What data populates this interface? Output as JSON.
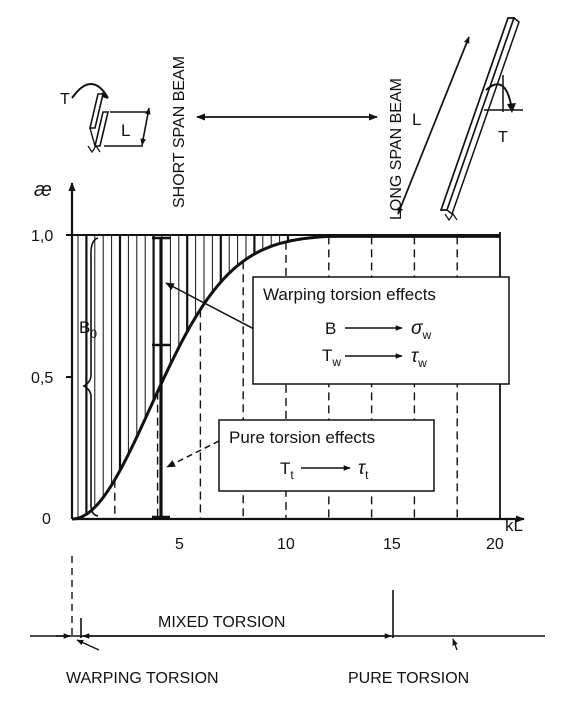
{
  "labels": {
    "short_span": "SHORT SPAN BEAM",
    "long_span": "LONG SPAN BEAM",
    "torque_T": "T",
    "length_L": "L",
    "y_symbol": "æ",
    "x_symbol": "kL",
    "b0_main": "B",
    "b0_sub": "0"
  },
  "axis": {
    "x_ticks": [
      "5",
      "10",
      "15",
      "20"
    ],
    "y_ticks": [
      "0",
      "0,5",
      "1,0"
    ]
  },
  "warping_box": {
    "title": "Warping torsion effects",
    "row1_left": "B",
    "row1_right": "σ",
    "row1_right_sub": "w",
    "row2_left": "T",
    "row2_left_sub": "w",
    "row2_right": "τ",
    "row2_right_sub": "w"
  },
  "pure_box": {
    "title": "Pure torsion effects",
    "row_left": "T",
    "row_left_sub": "t",
    "row_right": "τ",
    "row_right_sub": "t"
  },
  "bottom": {
    "mixed": "MIXED TORSION",
    "warping": "WARPING TORSION",
    "pure": "PURE TORSION"
  }
}
